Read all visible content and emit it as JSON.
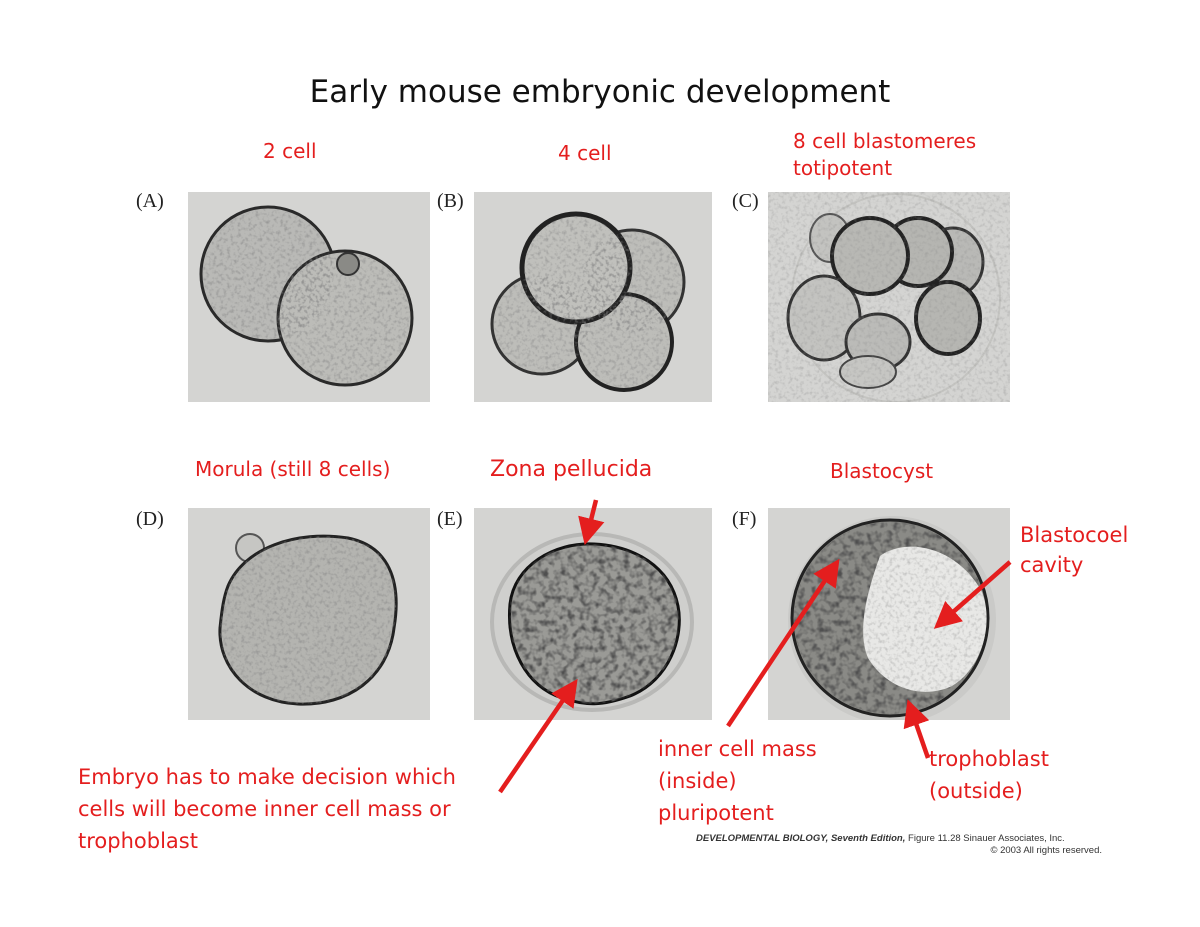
{
  "title": "Early mouse embryonic development",
  "panels": [
    {
      "letter": "(A)",
      "label": "2 cell"
    },
    {
      "letter": "(B)",
      "label": "4 cell"
    },
    {
      "letter": "(C)",
      "label_line1": "8 cell blastomeres",
      "label_line2": "totipotent"
    },
    {
      "letter": "(D)",
      "label": "Morula (still 8 cells)"
    },
    {
      "letter": "(E)",
      "label": "Zona pellucida"
    },
    {
      "letter": "(F)",
      "label": "Blastocyst"
    }
  ],
  "annotations": {
    "blastocoel": "Blastocoel\ncavity",
    "inner_cell_mass": "inner cell mass\n(inside)\npluripotent",
    "trophoblast": "trophoblast\n(outside)",
    "decision": "Embryo has to make decision which\ncells will become inner cell mass or\ntrophoblast"
  },
  "credit": {
    "book": "DEVELOPMENTAL BIOLOGY, Seventh Edition,",
    "figure": " Figure 11.28",
    "publisher": "  Sinauer Associates, Inc.",
    "rights": "© 2003 All rights reserved."
  },
  "colors": {
    "annotation": "#e41e1e",
    "arrow": "#e41e1e",
    "micrograph_bg": "#d4d4d2"
  }
}
